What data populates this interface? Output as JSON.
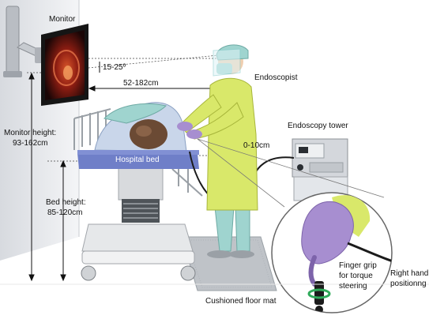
{
  "labels": {
    "monitor": "Monitor",
    "monitor_angle": "15-25º",
    "distance": "52-182cm",
    "endoscopist": "Endoscopist",
    "endoscopy_tower": "Endoscopy tower",
    "monitor_height_label": "Monitor height:",
    "monitor_height_value": "93-162cm",
    "gap": "0-10cm",
    "hospital_bed": "Hospital bed",
    "bed_height_label": "Bed height:",
    "bed_height_value": "85-120cm",
    "finger_grip_line1": "Finger grip",
    "finger_grip_line2": "for torque",
    "finger_grip_line3": "steering",
    "right_hand_line1": "Right hand",
    "right_hand_line2": "positionng",
    "floor_mat": "Cushioned floor mat"
  },
  "colors": {
    "gown": "#d9e86a",
    "scrubs": "#9fd4cf",
    "glove": "#a78ed0",
    "bed_pad": "#6f7fc8",
    "wall": "#e9ebee",
    "monitor_screen": "#2a0c0c"
  }
}
